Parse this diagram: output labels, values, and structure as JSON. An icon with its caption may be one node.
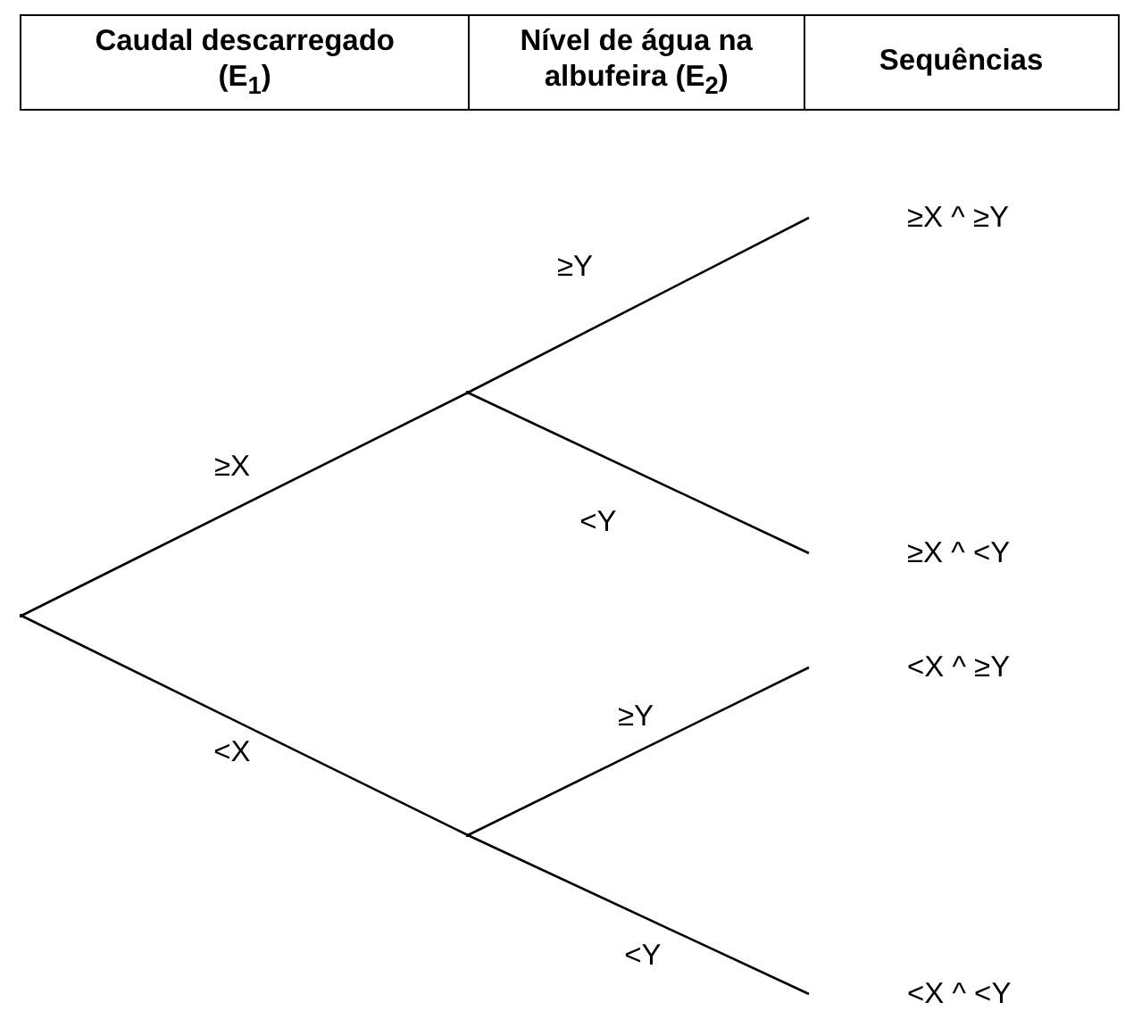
{
  "diagram": {
    "nodes": [
      {
        "text": [],
        "shape": "point"
      },
      {
        "text": [],
        "shape": "point"
      },
      {
        "text": [],
        "shape": "point"
      },
      {
        "text": [
          "≥X ^ ≥Y"
        ]
      },
      {
        "text": [
          "≥X ^ <Y"
        ]
      },
      {
        "text": [
          "<X ^ ≥Y"
        ]
      },
      {
        "text": [
          "<X ^ <Y"
        ]
      }
    ],
    "edges": [
      {
        "from": 0,
        "to": 1,
        "arrow": "none",
        "label": "≥X"
      },
      {
        "from": 0,
        "to": 2,
        "arrow": "none",
        "label": "<X"
      },
      {
        "from": 1,
        "to": 3,
        "arrow": "none",
        "label": "≥Y"
      },
      {
        "from": 1,
        "to": 4,
        "arrow": "none",
        "label": "<Y"
      },
      {
        "from": 2,
        "to": 5,
        "arrow": "none",
        "label": "≥Y"
      },
      {
        "from": 2,
        "to": 6,
        "arrow": "none",
        "label": "<Y"
      }
    ],
    "labels": [
      "Caudal descarregado (E$_{1}$)",
      "Nível de água na albufeira (E$_{2}$)",
      "Sequências"
    ]
  }
}
